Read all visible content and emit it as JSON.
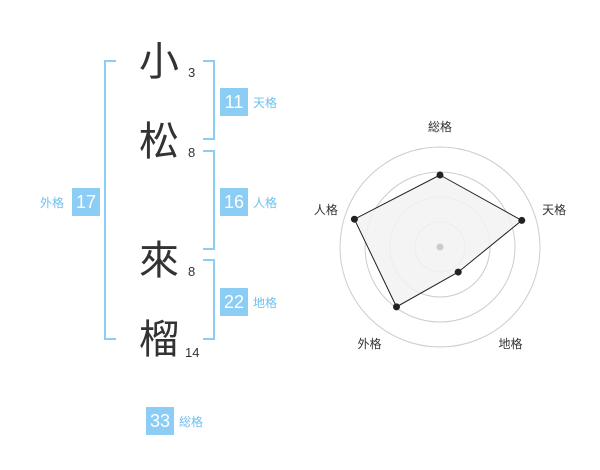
{
  "name": {
    "characters": [
      {
        "char": "小",
        "strokes": "3"
      },
      {
        "char": "松",
        "strokes": "8"
      },
      {
        "char": "來",
        "strokes": "8"
      },
      {
        "char": "榴",
        "strokes": "14"
      }
    ]
  },
  "kaku": {
    "tenkaku": {
      "value": "11",
      "label": "天格"
    },
    "jinkaku": {
      "value": "16",
      "label": "人格"
    },
    "chikaku": {
      "value": "22",
      "label": "地格"
    },
    "gaikaku": {
      "value": "17",
      "label": "外格"
    },
    "soukaku": {
      "value": "33",
      "label": "総格"
    }
  },
  "chart_data": {
    "type": "radar",
    "axes": [
      "総格",
      "天格",
      "地格",
      "外格",
      "人格"
    ],
    "values": [
      0.72,
      0.86,
      0.31,
      0.74,
      0.9
    ],
    "range": [
      0,
      1
    ],
    "rings": 4,
    "colors": {
      "fill": "#f2f2f2",
      "line": "#222222",
      "ring": "#cccccc",
      "center": "#cccccc"
    }
  },
  "colors": {
    "accent": "#8ccdf5",
    "label": "#6fc0ef"
  }
}
